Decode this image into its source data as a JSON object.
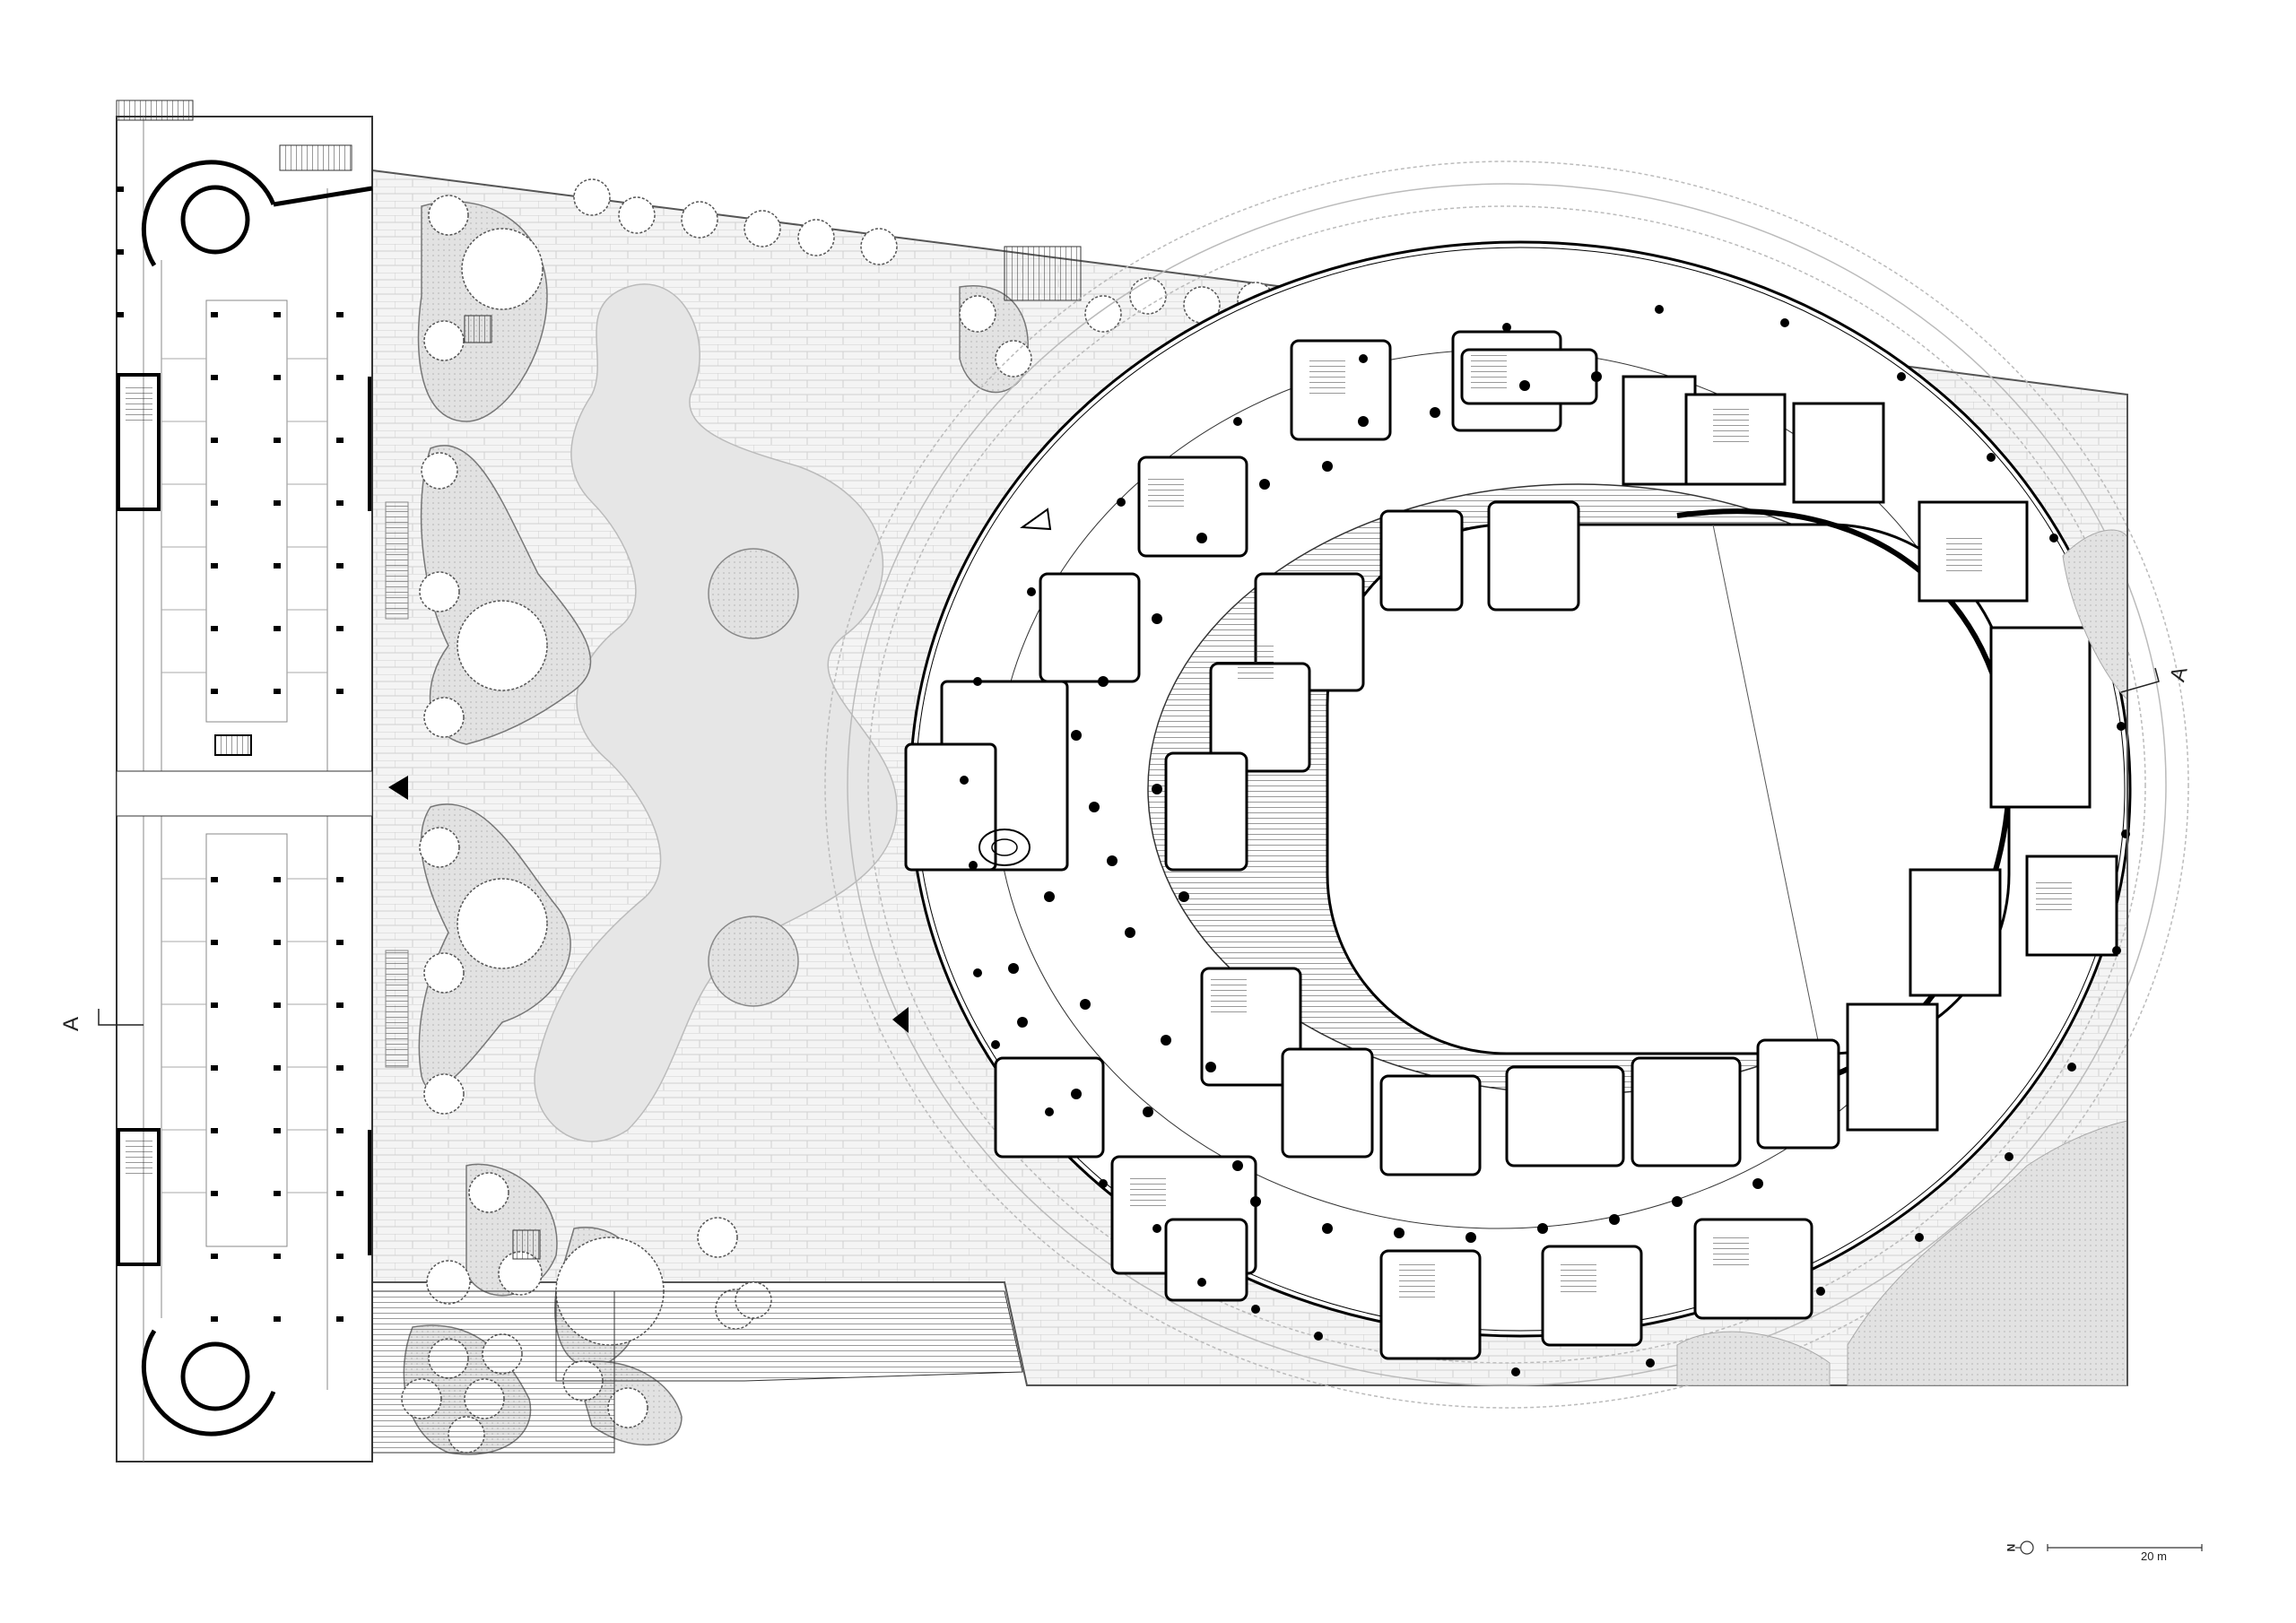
{
  "drawing": {
    "type": "architectural site / ground floor plan",
    "subject": "Oval stadium with surrounding concourse, landscaped plaza and linear parking structure",
    "background": "#ffffff",
    "line_color": "#000000",
    "paving_color": "#f2f2f2",
    "planting_color": "#d9d9d9"
  },
  "annotations": {
    "section_marker_left": "A",
    "section_marker_right": "A",
    "scale_bar_label": "20 m",
    "north_label": "N"
  },
  "elements": {
    "parking_structure": {
      "label": "linear parking building with two circular ramps"
    },
    "plaza": {
      "label": "paved plaza with tree planters and two circular features"
    },
    "stadium": {
      "label": "oval stadium with concourse columns, stands and field"
    },
    "entrance_markers": [
      "entrance-arrow-parking",
      "entrance-arrow-stadium-west",
      "entrance-arrow-stadium-north-outline"
    ]
  }
}
